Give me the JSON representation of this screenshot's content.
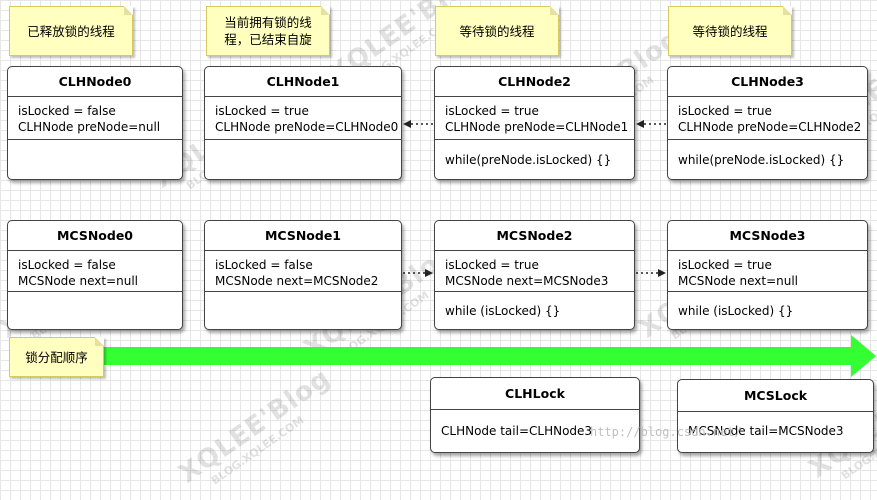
{
  "notes": {
    "released": "已释放锁的线程",
    "holding_line1": "当前拥有锁的线",
    "holding_line2": "程，已结束自旋",
    "waiting_a": "等待锁的线程",
    "waiting_b": "等待锁的线程",
    "order": "锁分配顺序"
  },
  "clh_nodes": [
    {
      "title": "CLHNode0",
      "line1": "isLocked = false",
      "line2": "CLHNode preNode=null",
      "method": ""
    },
    {
      "title": "CLHNode1",
      "line1": "isLocked = true",
      "line2": "CLHNode preNode=CLHNode0",
      "method": ""
    },
    {
      "title": "CLHNode2",
      "line1": "isLocked = true",
      "line2": "CLHNode preNode=CLHNode1",
      "method": "while(preNode.isLocked) {}"
    },
    {
      "title": "CLHNode3",
      "line1": "isLocked = true",
      "line2": "CLHNode preNode=CLHNode2",
      "method": "while(preNode.isLocked) {}"
    }
  ],
  "mcs_nodes": [
    {
      "title": "MCSNode0",
      "line1": "isLocked = false",
      "line2": "MCSNode next=null",
      "method": ""
    },
    {
      "title": "MCSNode1",
      "line1": "isLocked = false",
      "line2": "MCSNode next=MCSNode2",
      "method": ""
    },
    {
      "title": "MCSNode2",
      "line1": "isLocked = true",
      "line2": "MCSNode next=MCSNode3",
      "method": "while (isLocked) {}"
    },
    {
      "title": "MCSNode3",
      "line1": "isLocked = true",
      "line2": "MCSNode next=null",
      "method": "while (isLocked) {}"
    }
  ],
  "locks": {
    "clh": {
      "title": "CLHLock",
      "field": "CLHNode tail=CLHNode3"
    },
    "mcs": {
      "title": "MCSLock",
      "field": "MCSNode tail=MCSNode3"
    }
  },
  "watermark": {
    "big": "XQLEE'Blog",
    "small": "BLOG.XQLEE.COM"
  },
  "credit": "http://blog.csdn.net/",
  "colors": {
    "note_bg": "#ffffc0",
    "order_arrow": "#33ff33",
    "border": "#444444"
  }
}
